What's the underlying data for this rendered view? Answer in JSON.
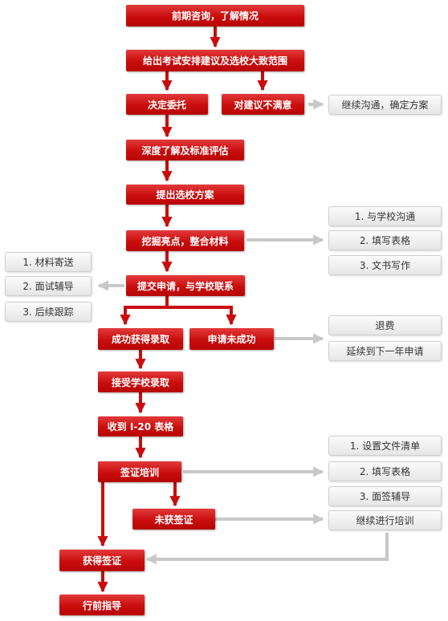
{
  "colors": {
    "main_step_fill": "#c90d0d",
    "main_connector": "#c90d0d",
    "side_step_fill": "#ececec",
    "side_connector": "#c8c8c8"
  },
  "steps": {
    "consult": "前期咨询，了解情况",
    "exam_advice": "给出考试安排建议及选校大致范围",
    "decide": "决定委托",
    "unsatisfied": "对建议不满意",
    "continue_comm": "继续沟通，确定方案",
    "evaluation": "深度了解及标准评估",
    "school_plan": "提出选校方案",
    "highlights": "挖掘亮点，整合材料",
    "school_comm": "1. 与学校沟通",
    "fill_form_1": "2. 填写表格",
    "writing": "3. 文书写作",
    "submit": "提交申请，与学校联系",
    "mail_materials": "1. 材料寄送",
    "interview_coaching": "2. 面试辅导",
    "follow_up": "3. 后续跟踪",
    "admitted": "成功获得录取",
    "not_admitted": "申请未成功",
    "refund": "退费",
    "next_year": "延续到下一年申请",
    "accept_offer": "接受学校录取",
    "receive_i20": "收到 I-20 表格",
    "visa_training": "签证培训",
    "doc_list": "1. 设置文件清单",
    "fill_form_2": "2. 填写表格",
    "visa_interview": "3. 面签辅导",
    "visa_denied": "未获签证",
    "continue_training": "继续进行培训",
    "visa_granted": "获得签证",
    "pre_departure": "行前指导"
  }
}
